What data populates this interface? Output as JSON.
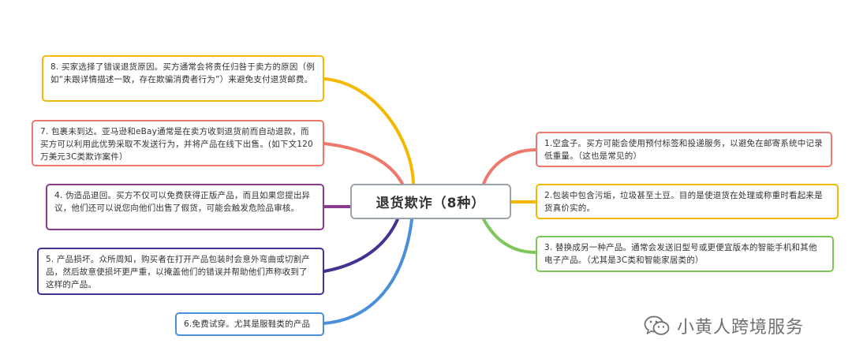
{
  "root": {
    "title": "退货欺诈（8种）"
  },
  "nodes": {
    "n1": {
      "text": "1.空盒子。买方可能会使用预付标签和投递服务，以避免在邮寄系统中记录低重量。（这也是常见的）",
      "color": "#f0776b"
    },
    "n2": {
      "text": "2.包装中包含污垢，垃圾甚至土豆。目的是使退货在处理或称重时看起来是货真价实的。",
      "color": "#f5b800"
    },
    "n3": {
      "text": "3. 替换成另一种产品。通常会发送旧型号或更便宜版本的智能手机和其他电子产品。（尤其是3C类和智能家居类的）",
      "color": "#7cc65a"
    },
    "n4": {
      "text": "4. 伪造品退回。买方不仅可以免费获得正版产品，而且如果您提出异议，他们还可以说您向他们出售了假货，可能会触发危险品审核。",
      "color": "#8a3b8c"
    },
    "n5": {
      "text": "5. 产品损坏。众所周知，购买者在打开产品包装时会意外弯曲或切割产品，然后故意使损坏更严重，以掩盖他们的错误并帮助他们声称收到了这样的产品。",
      "color": "#3f3491"
    },
    "n6": {
      "text": "6.免费试穿。尤其是服鞋类的产品",
      "color": "#4a8fd9"
    },
    "n7": {
      "text": "7. 包裹未到达。亚马逊和eBay通常是在卖方收到退货前而自动退款，而买方可以利用此优势采取不发送行为，并将产品在线下出售。(如下文120万美元3C类欺诈案件）",
      "color": "#f0776b"
    },
    "n8": {
      "text": "8. 买家选择了错误退货原因。买方通常会将责任归咎于卖方的原因（例如“未跟详情描述一致，存在欺骗消费者行为”）来避免支付退货邮费。",
      "color": "#f5b800"
    }
  },
  "watermark": {
    "text": "小黄人跨境服务",
    "icon": "wechat-icon"
  }
}
